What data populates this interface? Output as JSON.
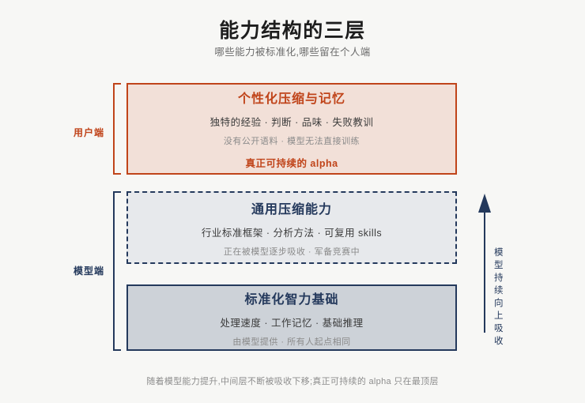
{
  "header": {
    "title": "能力结构的三层",
    "subtitle": "哪些能力被标准化,哪些留在个人端"
  },
  "groups": {
    "user_label": "用户端",
    "model_label": "模型端"
  },
  "layers": [
    {
      "id": "personalized-compression",
      "heading": "个性化压缩与记忆",
      "line_primary": "独特的经验 · 判断 · 品味 · 失败教训",
      "line_secondary": "没有公开语料 · 模型无法直接训练",
      "line_accent": "真正可持续的 alpha"
    },
    {
      "id": "general-compression",
      "heading": "通用压缩能力",
      "line_primary": "行业标准框架 · 分析方法 · 可复用 skills",
      "line_secondary": "正在被模型逐步吸收 · 军备竞赛中"
    },
    {
      "id": "standardized-intelligence",
      "heading": "标准化智力基础",
      "line_primary": "处理速度 · 工作记忆 · 基础推理",
      "line_secondary": "由模型提供 · 所有人起点相同"
    }
  ],
  "arrow": {
    "caption": "模型持续向上吸收",
    "direction": "up"
  },
  "footer": {
    "note": "随着模型能力提升,中间层不断被吸收下移;真正可持续的 alpha 只在最顶层"
  },
  "colors": {
    "background": "#f7f7f5",
    "accent_orange": "#c0441a",
    "accent_navy": "#24395c",
    "user_fill": "#f2e0d8",
    "general_fill": "#e7e9ec",
    "base_fill": "#cdd2d8",
    "muted_text": "#8a8a8a"
  }
}
